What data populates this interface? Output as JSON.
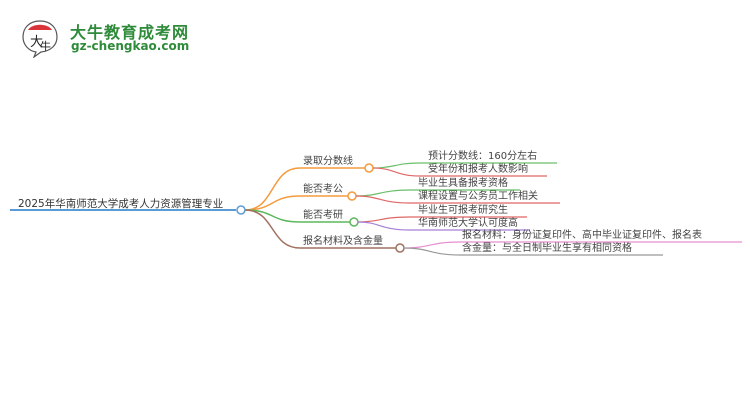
{
  "logo": {
    "title": "大牛教育成考网",
    "url": "gz-chengkao.com",
    "badge_text": "大牛"
  },
  "mindmap": {
    "root": {
      "label": "2025年华南师范大学成考人力资源管理专业",
      "color": "#5b9bd5"
    },
    "branches": [
      {
        "label": "录取分数线",
        "color": "#f59a3d",
        "children": [
          {
            "label": "预计分数线：160分左右",
            "color": "#6abf69"
          },
          {
            "label": "受年份和报考人数影响",
            "color": "#e06666"
          }
        ]
      },
      {
        "label": "能否考公",
        "color": "#f59a3d",
        "children": [
          {
            "label": "毕业生具备报考资格",
            "color": "#6abf69"
          },
          {
            "label": "课程设置与公务员工作相关",
            "color": "#e06666"
          }
        ]
      },
      {
        "label": "能否考研",
        "color": "#5cb85c",
        "children": [
          {
            "label": "毕业生可报考研究生",
            "color": "#e06666"
          },
          {
            "label": "华南师范大学认可度高",
            "color": "#a57fd6"
          }
        ]
      },
      {
        "label": "报名材料及含金量",
        "color": "#a07060",
        "children": [
          {
            "label": "报名材料：身份证复印件、高中毕业证复印件、报名表",
            "color": "#e58fd0"
          },
          {
            "label": "含金量：与全日制毕业生享有相同资格",
            "color": "#999999"
          }
        ]
      }
    ]
  }
}
